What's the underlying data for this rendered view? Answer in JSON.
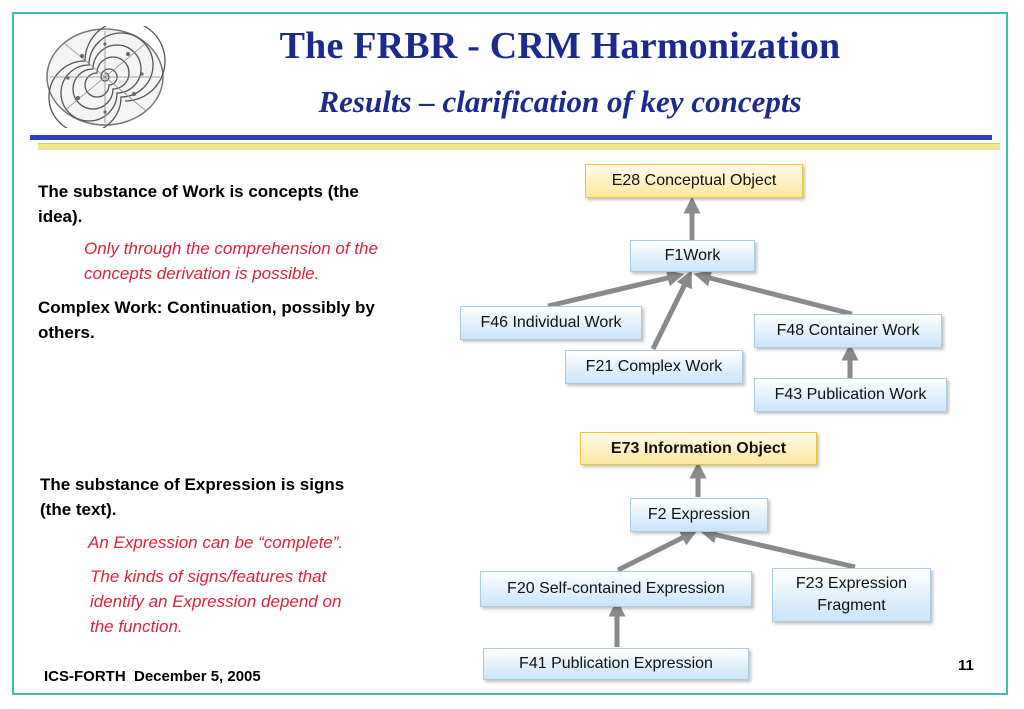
{
  "header": {
    "title": "The FRBR - CRM Harmonization",
    "subtitle": "Results – clarification of key concepts"
  },
  "colors": {
    "title": "#1c2a8f",
    "frame": "#3bbfb3",
    "note_red": "#e0213a",
    "box_blue": "#c9e4fa",
    "box_yellow": "#fde7a0"
  },
  "work_section": {
    "line1": "The substance of Work is concepts (the",
    "line2": "idea).",
    "note1": "Only through the comprehension of the",
    "note2": "concepts derivation is possible.",
    "line3": "Complex Work: Continuation, possibly by",
    "line4": "others."
  },
  "expression_section": {
    "line1": "The substance of Expression is signs",
    "line2": "(the text).",
    "note1": "An Expression can be “complete”.",
    "note2": "The kinds of signs/features that",
    "note3": "identify an Expression depend on",
    "note4": "the function."
  },
  "diagram1": {
    "e28": "E28 Conceptual Object",
    "f1": "F1Work",
    "f46": "F46 Individual Work",
    "f48": "F48 Container Work",
    "f21": "F21 Complex Work",
    "f43": "F43 Publication Work"
  },
  "diagram2": {
    "e73": "E73 Information Object",
    "f2": "F2 Expression",
    "f20": "F20 Self-contained Expression",
    "f23_line1": "F23 Expression",
    "f23_line2": "Fragment",
    "f41": "F41 Publication Expression"
  },
  "footer": {
    "left": "ICS-FORTH  December 5, 2005",
    "page": "11"
  },
  "logo": {
    "icon": "phaistos-disc-icon"
  }
}
